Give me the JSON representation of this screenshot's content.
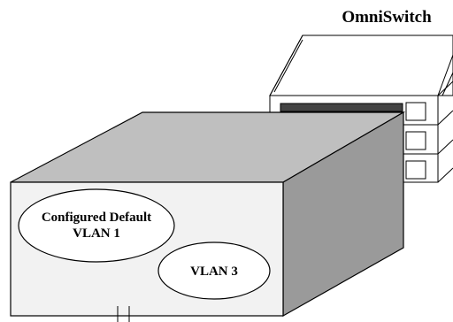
{
  "title": "OmniSwitch",
  "vlans": [
    {
      "label_lines": [
        "Configured Default",
        "VLAN 1"
      ]
    },
    {
      "label_lines": [
        "VLAN 3"
      ]
    }
  ],
  "colors": {
    "front_face": "#f2f2f2",
    "top_face": "#bfbfbf",
    "side_face": "#9a9a9a",
    "vlan_fill": "#ffffff",
    "line": "#000000"
  }
}
